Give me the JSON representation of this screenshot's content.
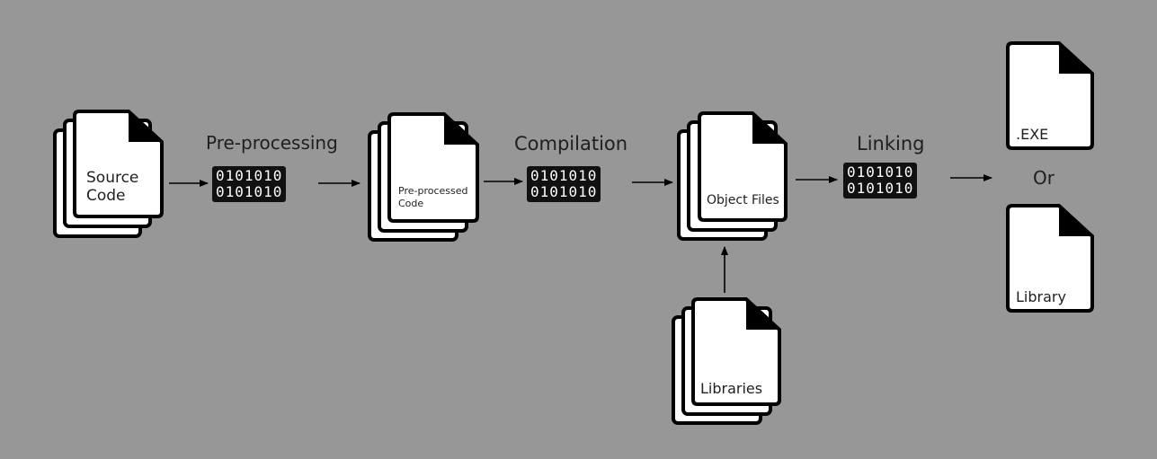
{
  "stages": {
    "preprocessing": "Pre-processing",
    "compilation": "Compilation",
    "linking": "Linking"
  },
  "binary_lines": [
    "0101010",
    "0101010"
  ],
  "documents": {
    "source_code": [
      "Source",
      "Code"
    ],
    "preprocessed_code": [
      "Pre-processed",
      "Code"
    ],
    "object_files": "Object Files",
    "libraries": "Libraries",
    "exe": ".EXE",
    "library": "Library"
  },
  "or_label": "Or",
  "colors": {
    "background": "#979797",
    "document_fill": "#ffffff",
    "outline": "#000000",
    "binary_box": "#111111"
  }
}
